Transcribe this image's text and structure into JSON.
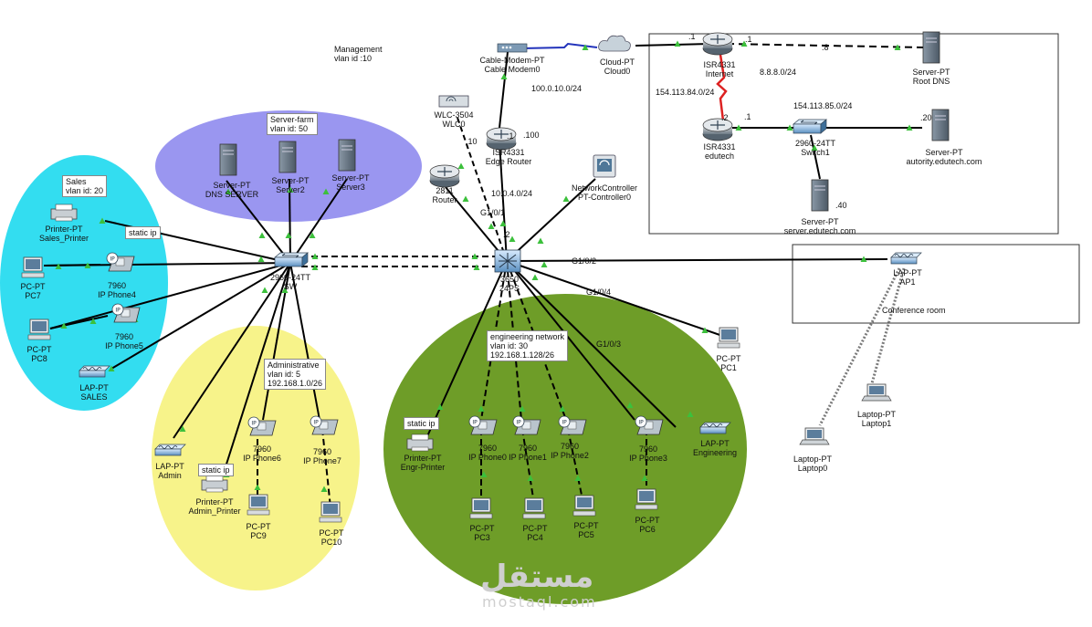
{
  "labels": {
    "management": [
      "Management",
      "vlan id :10"
    ],
    "sales": [
      "Sales",
      "vlan id: 20"
    ],
    "server_farm": [
      "Server-farm",
      "vlan id: 50"
    ],
    "administrative": [
      "Administrative",
      "vlan id: 5",
      "192.168.1.0/26"
    ],
    "engineering": [
      "engineering network",
      "vlan id: 30",
      "192.168.1.128/26"
    ],
    "conference": "Conference room",
    "static_ip_sales": "static ip",
    "static_ip_admin": "static ip",
    "static_ip_engr": "static ip",
    "net_100": "100.0.10.0/24",
    "net_154_84": "154.113.84.0/24",
    "net_154_85": "154.113.85.0/24",
    "net_8": "8.8.8.0/24",
    "net_10": "10.0.4.0/24",
    "if_g1_0_1": "G1/0/1",
    "if_g1_0_2": "G1/0/2",
    "if_g1_0_3": "G1/0/3",
    "if_g1_0_4": "G1/0/4",
    "ip_dot1_cloud": ".1",
    "ip_dot1_isr": ".1",
    "ip_dot1_edge": ".1",
    "ip_dot100": ".100",
    "ip_dot10": ".10",
    "ip_dot2_isr": ".2",
    "ip_dot2_core": ".2",
    "ip_dot1_switch1": ".1",
    "ip_dot8": ".8",
    "ip_dot20": ".20",
    "ip_dot40": ".40"
  },
  "devices": {
    "cable_modem": [
      "Cable-Modem-PT",
      "Cable Modem0"
    ],
    "cloud": [
      "Cloud-PT",
      "Cloud0"
    ],
    "isr_internet": [
      "ISR4331",
      "Internet"
    ],
    "root_dns": [
      "Server-PT",
      "Root DNS"
    ],
    "isr_edutech": [
      "ISR4331",
      "edutech"
    ],
    "switch1": [
      "2960-24TT",
      "Switch1"
    ],
    "authority_server": [
      "Server-PT",
      "autority.edutech.com"
    ],
    "edutech_server": [
      "Server-PT",
      "server.edutech.com"
    ],
    "wlc": [
      "WLC-3504",
      "WLC0"
    ],
    "edge_router": [
      "ISR4331",
      "Edge Router"
    ],
    "router_2811": [
      "2811",
      "Router"
    ],
    "net_controller": [
      "NetworkController",
      "PT-Controller0"
    ],
    "core_switch": [
      "3650",
      "24PS"
    ],
    "dist_switch": [
      "2960-24TT",
      "SW"
    ],
    "dns_server": [
      "Server-PT",
      "DNS SERVER"
    ],
    "server2": [
      "Server-PT",
      "Server2"
    ],
    "server3": [
      "Server-PT",
      "Server3"
    ],
    "sales_printer": [
      "Printer-PT",
      "Sales_Printer"
    ],
    "pc7": [
      "PC-PT",
      "PC7"
    ],
    "ip_phone4": [
      "7960",
      "IP Phone4"
    ],
    "pc8": [
      "PC-PT",
      "PC8"
    ],
    "ip_phone5": [
      "7960",
      "IP Phone5"
    ],
    "lap_sales": [
      "LAP-PT",
      "SALES"
    ],
    "lap_admin": [
      "LAP-PT",
      "Admin"
    ],
    "admin_printer": [
      "Printer-PT",
      "Admin_Printer"
    ],
    "ip_phone6": [
      "7960",
      "IP Phone6"
    ],
    "ip_phone7": [
      "7960",
      "IP Phone7"
    ],
    "pc9": [
      "PC-PT",
      "PC9"
    ],
    "pc10": [
      "PC-PT",
      "PC10"
    ],
    "engr_printer": [
      "Printer-PT",
      "Engr-Printer"
    ],
    "ip_phone0": [
      "7960",
      "IP Phone0"
    ],
    "ip_phone1": [
      "7960",
      "IP Phone1"
    ],
    "ip_phone2": [
      "7960",
      "IP Phone2"
    ],
    "ip_phone3": [
      "7960",
      "IP Phone3"
    ],
    "lap_engineering": [
      "LAP-PT",
      "Engineering"
    ],
    "pc3": [
      "PC-PT",
      "PC3"
    ],
    "pc4": [
      "PC-PT",
      "PC4"
    ],
    "pc5": [
      "PC-PT",
      "PC5"
    ],
    "pc6": [
      "PC-PT",
      "PC6"
    ],
    "pc1": [
      "PC-PT",
      "PC1"
    ],
    "ap1": [
      "LAP-PT",
      "AP1"
    ],
    "laptop1": [
      "Laptop-PT",
      "Laptop1"
    ],
    "laptop0": [
      "Laptop-PT",
      "Laptop0"
    ]
  },
  "watermark": {
    "arabic": "مستقل",
    "latin": "mostaql.com"
  },
  "colors": {
    "sales_zone": "#33ddf0",
    "server_zone": "#9a96f0",
    "admin_zone": "#f7f38a",
    "engineering_zone": "#6e9d28",
    "port_up": "#3cc03c",
    "link": "#000000",
    "serial_link": "#dd2222",
    "coax_link": "#2233bb",
    "wireless_link": "#777777"
  }
}
